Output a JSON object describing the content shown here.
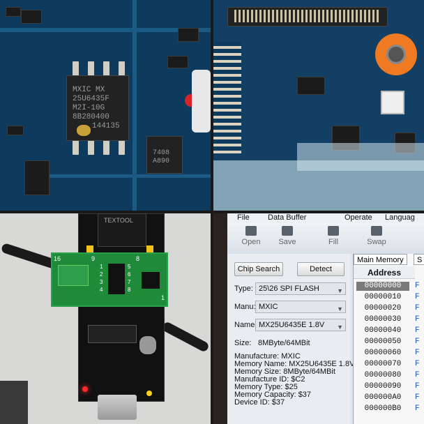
{
  "chip": {
    "line1": "MXIC MX",
    "line2": "25U6435F",
    "line3": "M2I-10G",
    "line4": "8B280400",
    "line5": "144135"
  },
  "chip2": {
    "line1": "7408",
    "line2": "A890"
  },
  "adapter": {
    "label": "TEXTOOL",
    "pin16": "16",
    "pin9": "9",
    "pin8": "8",
    "pin1": "1",
    "rowA": "1",
    "rowB": "2",
    "rowC": "3",
    "rowD": "4",
    "rowE": "5",
    "rowF": "6",
    "rowG": "7",
    "rowH": "8"
  },
  "menu": {
    "file": "File",
    "data_buffer": "Data Buffer",
    "operate": "Operate",
    "language": "Languag"
  },
  "toolbar": {
    "open": "Open",
    "save": "Save",
    "fill": "Fill",
    "swap": "Swap"
  },
  "left": {
    "chip_search": "Chip Search",
    "detect": "Detect",
    "type_label": "Type:",
    "type_value": "25\\26 SPI FLASH",
    "manu_label": "Manu:",
    "manu_value": "MXIC",
    "name_label": "Name:",
    "name_value": "MX25U6435E 1.8V",
    "size_label": "Size:",
    "size_value": "8MByte/64MBit"
  },
  "info": [
    "Manufacture: MXIC",
    "Memory Name: MX25U6435E 1.8V",
    "Memory Size: 8MByte/64MBit",
    "Manufacture ID: $C2",
    "Memory Type: $25",
    "Memory Capacity: $37",
    "Device ID: $37"
  ],
  "right": {
    "tab_main": "Main Memory",
    "tab_s": "S",
    "address_header": "Address",
    "addresses": [
      "00000000",
      "00000010",
      "00000020",
      "00000030",
      "00000040",
      "00000050",
      "00000060",
      "00000070",
      "00000080",
      "00000090",
      "000000A0",
      "000000B0"
    ],
    "ff": "F"
  }
}
